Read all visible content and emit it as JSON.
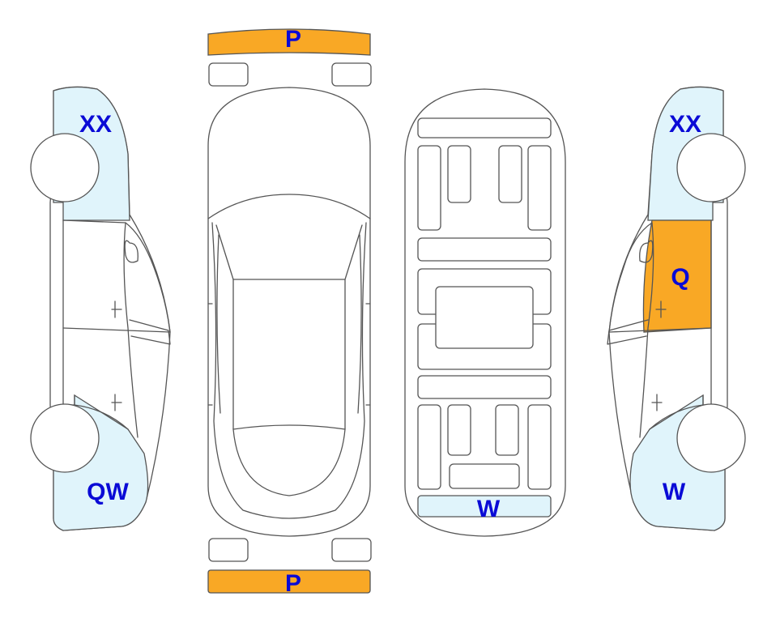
{
  "colors": {
    "outline": "#555555",
    "paint_light": "#e0f4fb",
    "paint_heavy": "#f9a825",
    "marker_text": "#0a0ad6"
  },
  "legend_codes": {
    "front_bumper": "P",
    "rear_bumper": "P",
    "left_front_fender": "XX",
    "left_rear_quarter": "QW",
    "right_front_fender": "XX",
    "right_front_door": "Q",
    "right_rear_quarter": "W",
    "underbody_rear": "W"
  }
}
